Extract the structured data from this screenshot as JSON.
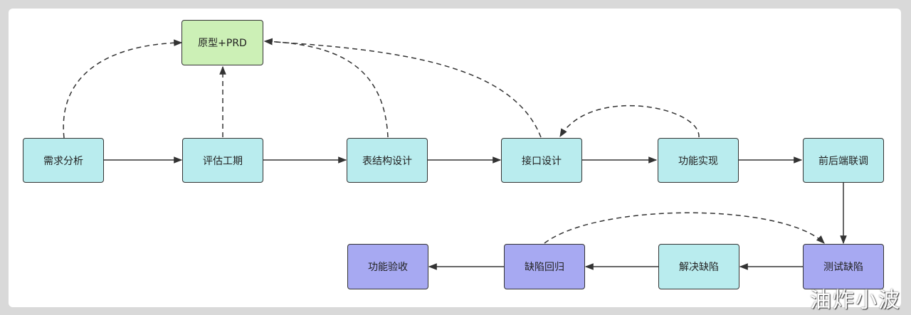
{
  "nodes": {
    "prototype": "原型+PRD",
    "requirements": "需求分析",
    "estimate": "评估工期",
    "schema": "表结构设计",
    "api": "接口设计",
    "implement": "功能实现",
    "integration": "前后端联调",
    "test": "测试缺陷",
    "fix": "解决缺陷",
    "regression": "缺陷回归",
    "acceptance": "功能验收"
  },
  "watermark": "油炸小波",
  "colors": {
    "process": "#b9ecee",
    "prototype": "#ccf0b6",
    "testing": "#a7a9f2",
    "line": "#333333"
  }
}
